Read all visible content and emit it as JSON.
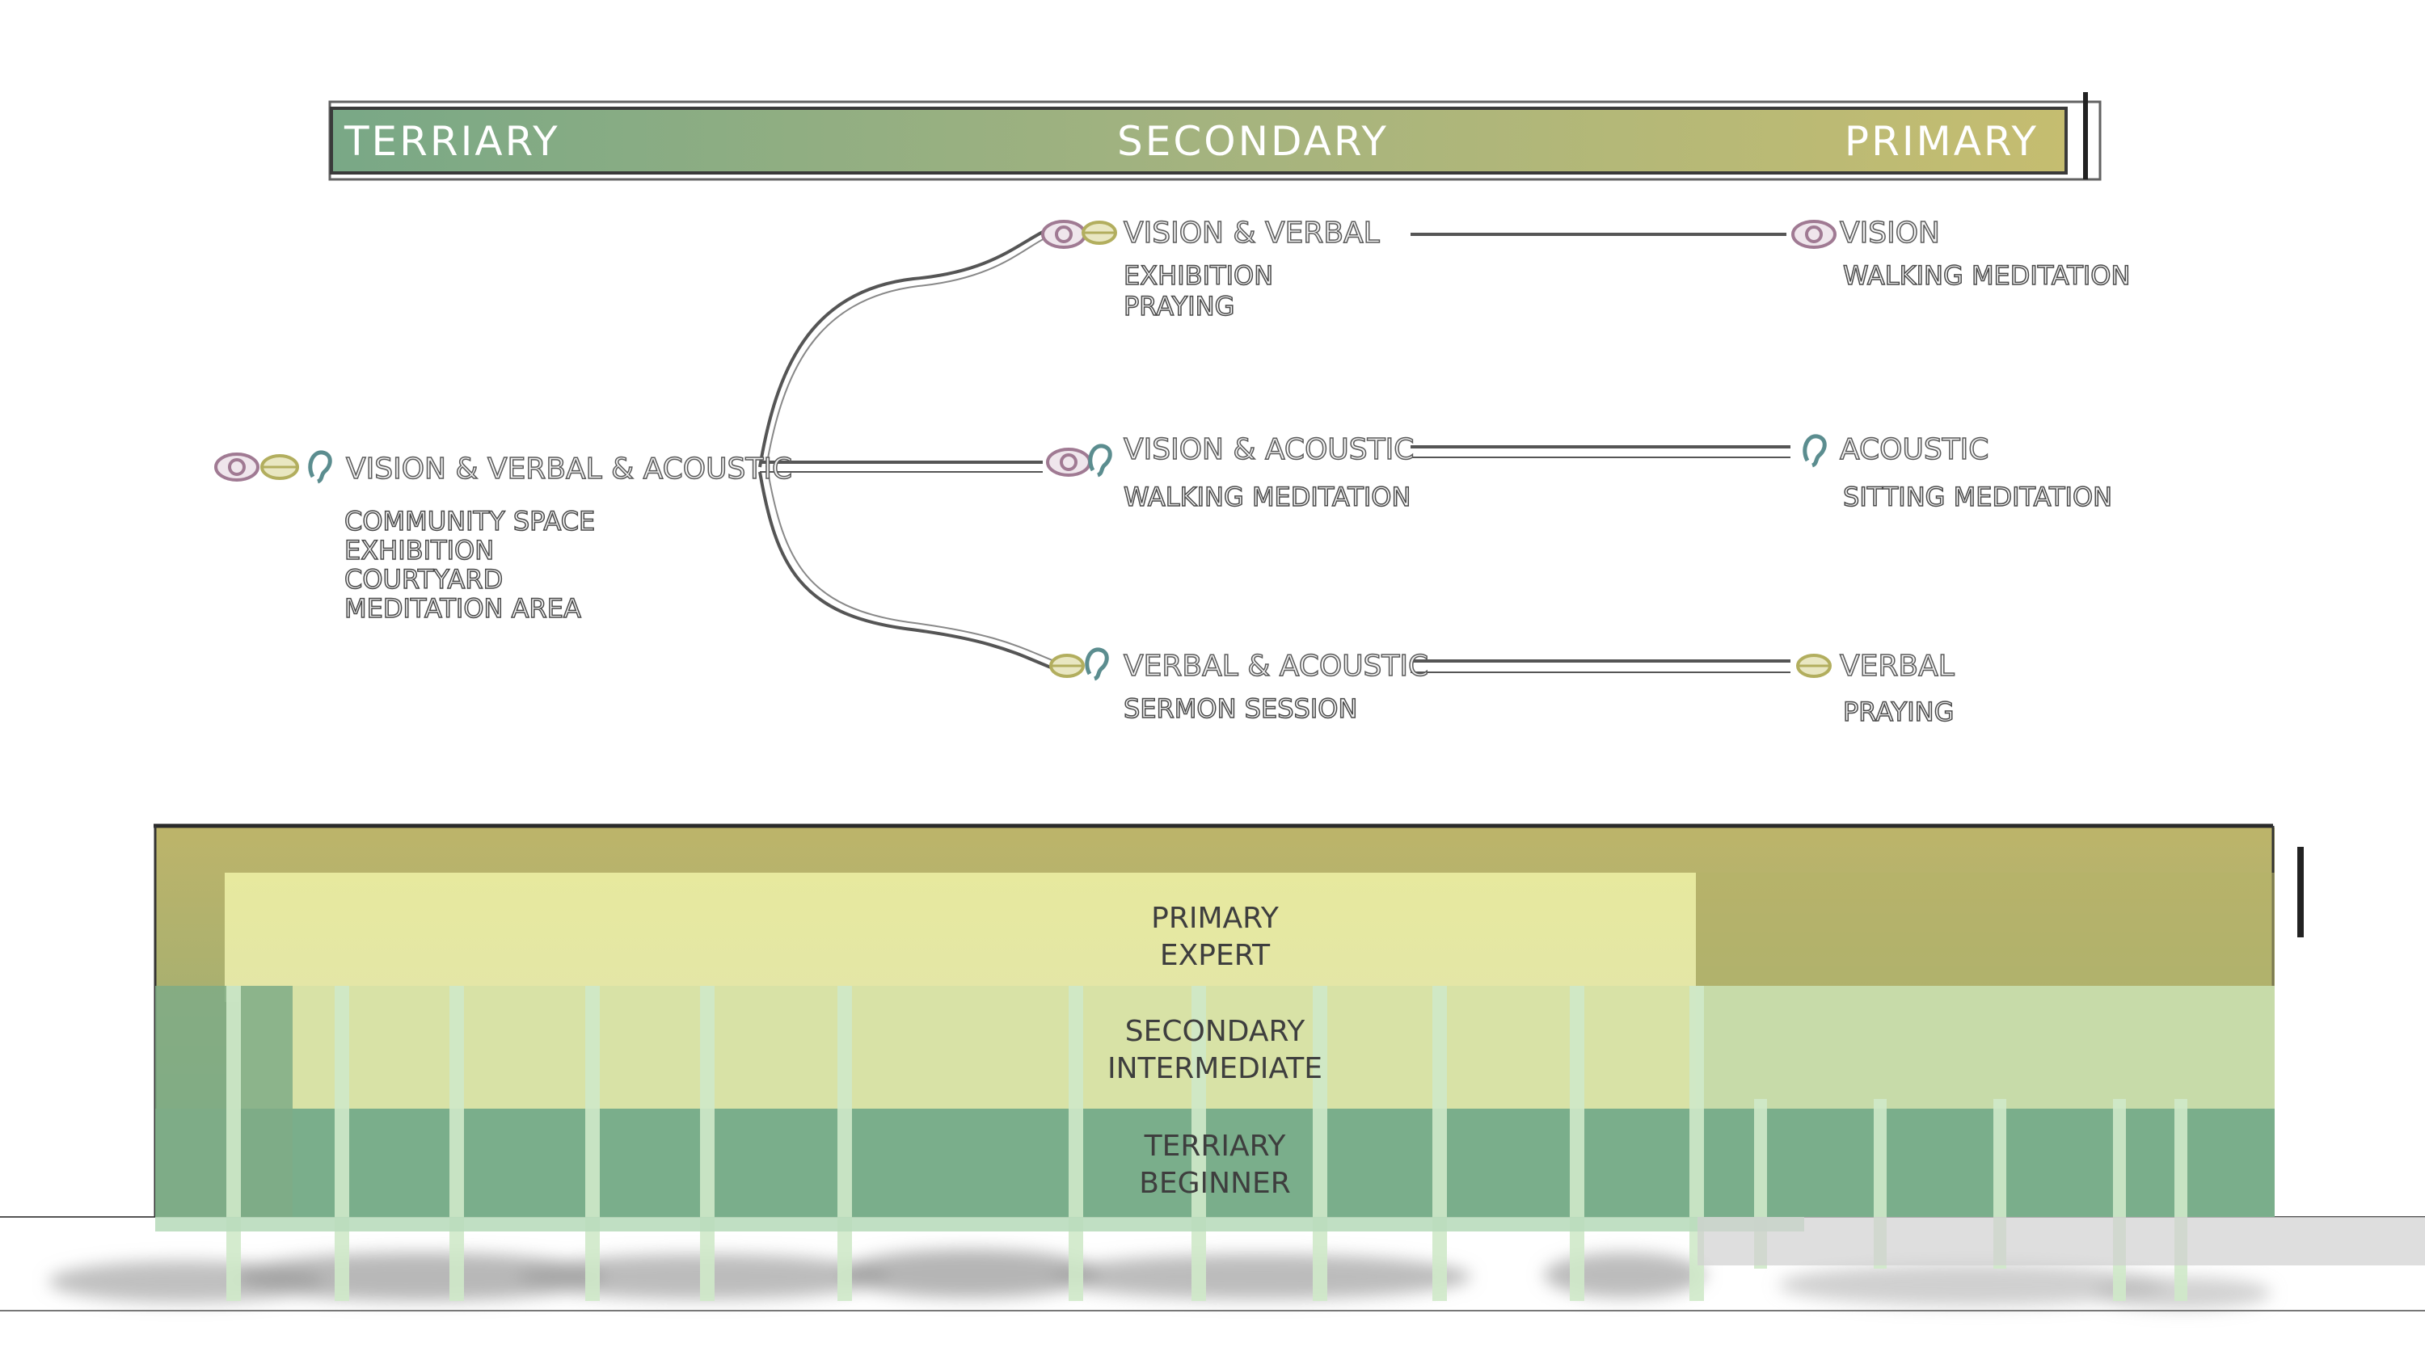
{
  "scale_bar": {
    "left": "TERRIARY",
    "center": "SECONDARY",
    "right": "PRIMARY"
  },
  "tree": {
    "root": {
      "title": "VISION & VERBAL & ACOUSTIC",
      "activities": [
        "COMMUNITY SPACE",
        "EXHIBITION",
        "COURTYARD",
        "MEDITATION AREA"
      ],
      "icons": [
        "eye-icon",
        "mouth-icon",
        "ear-icon"
      ]
    },
    "mid": [
      {
        "title": "VISION & VERBAL",
        "activities": [
          "EXHIBITION",
          "PRAYING"
        ],
        "icons": [
          "eye-icon",
          "mouth-icon"
        ]
      },
      {
        "title": "VISION & ACOUSTIC",
        "activities": [
          "WALKING MEDITATION"
        ],
        "icons": [
          "eye-icon",
          "ear-icon"
        ]
      },
      {
        "title": "VERBAL & ACOUSTIC",
        "activities": [
          "SERMON SESSION"
        ],
        "icons": [
          "mouth-icon",
          "ear-icon"
        ]
      }
    ],
    "leaf": [
      {
        "title": "VISION",
        "activities": [
          "WALKING MEDITATION"
        ],
        "icons": [
          "eye-icon"
        ]
      },
      {
        "title": "ACOUSTIC",
        "activities": [
          "SITTING MEDITATION"
        ],
        "icons": [
          "ear-icon"
        ]
      },
      {
        "title": "VERBAL",
        "activities": [
          "PRAYING"
        ],
        "icons": [
          "mouth-icon"
        ]
      }
    ]
  },
  "section": {
    "primary": [
      "PRIMARY",
      "EXPERT"
    ],
    "secondary": [
      "SECONDARY",
      "INTERMEDIATE"
    ],
    "terriary": [
      "TERRIARY",
      "BEGINNER"
    ]
  },
  "colors": {
    "bar_left": "#7aa886",
    "bar_right": "#c2bb72",
    "primary_zone": "#b9b46a",
    "secondary_zone": "#e6e8a2",
    "terriary_zone": "#7fae8a",
    "eye": "#a07a93",
    "mouth": "#b2ae5e",
    "ear": "#5b8d8f"
  }
}
